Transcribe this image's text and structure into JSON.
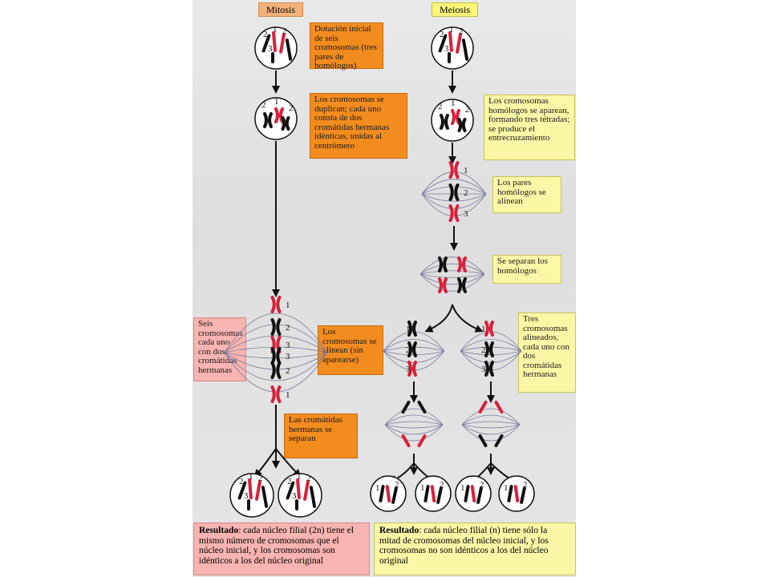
{
  "headers": {
    "mitosis": "Mitosis",
    "meiosis": "Meiosis"
  },
  "mitosis_labels": {
    "initial": "Dotación inicial de seis cromosomas (tres pares de homólogos)",
    "duplicate": "Los cromosomas se duplican; cada uno consta de dos cromátidas hermanas idénticas, unidas al centrómero",
    "six": "Seis cromosomas cada uno con dos cromátidas hermanas",
    "align": "Los cromosomas se alinean (sin aparearse)",
    "separate": "Las cromátidas hermanas se separan"
  },
  "meiosis_labels": {
    "pair": "Los cromosomas homólogos se aparean, formando tres tétradas; se produce el entrecruzamiento",
    "align": "Los pares homólogos se alinean",
    "separate": "Se separan los homólogos",
    "three": "Tres cromosomas alineados, cada uno con dos cromátidas hermanas"
  },
  "results": {
    "mitosis_bold": "Resultado",
    "mitosis_text": ": cada núcleo filial (2n) tiene el mismo número de cromosomas que el núcleo inicial, y los cromosomas son idénticos a los del núcleo original",
    "meiosis_bold": "Resultado",
    "meiosis_text": ": cada núcleo filial (n) tiene sólo la mitad de cromosomas del núcleo inicial, y los cromosomas no son idénticos a los del núcleo original"
  },
  "numbers": [
    "1",
    "2",
    "3"
  ],
  "colors": {
    "red": "#d8203a",
    "black": "#111111",
    "orange": "#f28c1f",
    "yellow": "#fbf7a6",
    "pink": "#f7b4b0"
  }
}
